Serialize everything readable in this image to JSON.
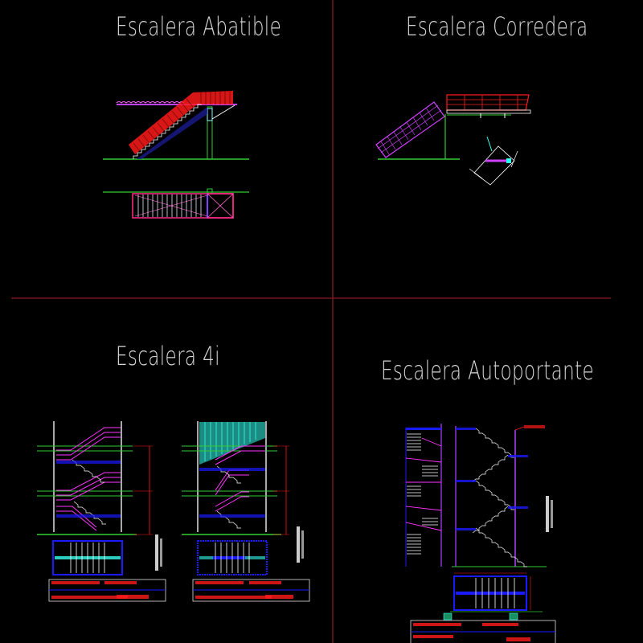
{
  "drawing": {
    "background": "#000000",
    "divider_color": "#b0202a",
    "colors": {
      "red": "#ff1a1a",
      "magenta": "#ff33ff",
      "violet": "#b040ff",
      "blue": "#1a1aff",
      "green": "#33cc33",
      "white": "#ffffff",
      "cyan": "#33ffee"
    }
  },
  "panels": [
    {
      "id": "abatible",
      "title": "Escalera Abatible"
    },
    {
      "id": "corredera",
      "title": "Escalera Corredera"
    },
    {
      "id": "4i",
      "title": "Escalera 4i"
    },
    {
      "id": "autoportante",
      "title": "Escalera Autoportante"
    }
  ]
}
